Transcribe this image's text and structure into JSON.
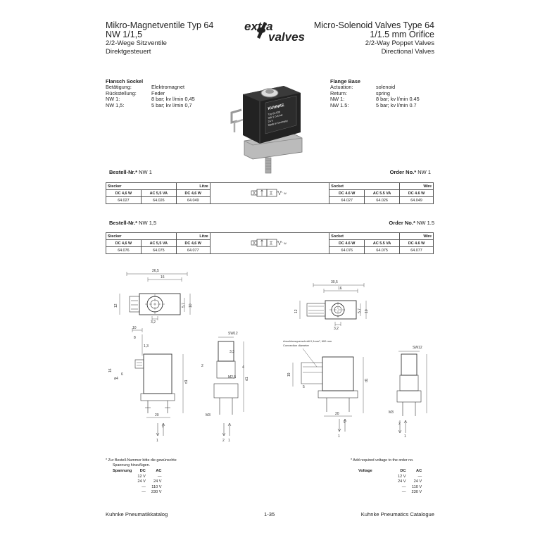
{
  "header": {
    "left_title_1": "Mikro-Magnetventile Typ 64",
    "left_title_2": "NW 1/1,5",
    "left_sub_1": "2/2-Wege Sitzventile",
    "left_sub_2": "Direktgesteuert",
    "right_title_1": "Micro-Solenoid Valves Type 64",
    "right_title_2": "1/1.5 mm Orifice",
    "right_sub_1": "2/2-Way Poppet Valves",
    "right_sub_2": "Directional Valves",
    "logo_text_1": "extra",
    "logo_text_2": "valves"
  },
  "spec_de": {
    "heading": "Flansch Sockel",
    "rows": [
      {
        "k": "Betätigung:",
        "v": "Elektromagnet"
      },
      {
        "k": "Rückstellung:",
        "v": "Feder"
      },
      {
        "k": "NW 1:",
        "v": "8 bar; kv l/min 0,45"
      },
      {
        "k": "NW 1,5:",
        "v": "5 bar; kv l/min 0,7"
      }
    ]
  },
  "spec_en": {
    "heading": "Flange Base",
    "rows": [
      {
        "k": "Actuation:",
        "v": "solenoid"
      },
      {
        "k": "Return:",
        "v": "spring"
      },
      {
        "k": "NW 1:",
        "v": "8 bar; kv l/min 0.45"
      },
      {
        "k": "NW 1.5:",
        "v": "5 bar; kv l/min 0.7"
      }
    ]
  },
  "product_label": {
    "brand": "KUHNKE",
    "lines": [
      "Typ 64.026",
      "NW 1   0-8 bar",
      "24 V",
      "Made in Germany"
    ]
  },
  "order1": {
    "de_label": "Bestell-Nr.*",
    "de_size": "NW 1",
    "en_label": "Order No.*",
    "en_size": "NW 1",
    "stecker": "Stecker",
    "litze": "Litze",
    "socket": "Socket",
    "wire": "Wire",
    "cols_de": [
      "DC 4,6 W",
      "AC 5,5 VA",
      "DC 4,6 W"
    ],
    "cols_en": [
      "DC 4.6 W",
      "AC 5.5 VA",
      "DC 4.6 W"
    ],
    "vals_de": [
      "64.027",
      "64.026",
      "64.049"
    ],
    "vals_en": [
      "64.027",
      "64.026",
      "64.049"
    ]
  },
  "order2": {
    "de_label": "Bestell-Nr.*",
    "de_size": "NW 1,5",
    "en_label": "Order No.*",
    "en_size": "NW 1.5",
    "stecker": "Stecker",
    "litze": "Litze",
    "socket": "Socket",
    "wire": "Wire",
    "cols_de": [
      "DC 4,6 W",
      "AC 5,5 VA",
      "DC 4,6 W"
    ],
    "cols_en": [
      "DC 4.6 W",
      "AC 5.5 VA",
      "DC 4.6 W"
    ],
    "vals_de": [
      "64.076",
      "64.075",
      "64.077"
    ],
    "vals_en": [
      "64.076",
      "64.075",
      "64.077"
    ]
  },
  "drawings": {
    "top_left": {
      "w": "26,5",
      "w2": "16",
      "h": "12",
      "r": "5,7",
      "r2": "10",
      "b": "3,2"
    },
    "top_right": {
      "w": "30,5",
      "w2": "16",
      "h": "12",
      "r": "5,7",
      "r2": "10",
      "b": "3,2"
    },
    "side_left": {
      "a": "10",
      "b": "8",
      "c": "1,3",
      "d": "16",
      "e": "ø4",
      "f": "6",
      "d1": "d1",
      "w": "20"
    },
    "front_left": {
      "sw": "SW12",
      "a": "3,3",
      "b": "2",
      "c": "4",
      "d": "M2,5",
      "m": "M3",
      "d1": "d1"
    },
    "side_right": {
      "note_1": "Anschlussquerschnitt  0,1mm², 600 mm",
      "note_2": "Connection diameter",
      "h": "19",
      "w": "20",
      "d1": "d1",
      "e": "5"
    },
    "front_right": {
      "sw": "SW12",
      "m": "M3"
    },
    "port1": "1",
    "port2": "2"
  },
  "notes": {
    "de_1": "*  Zur Bestell-Nummer bitte die gewünschte",
    "de_2": "Spannung hinzufügen.",
    "de_voltage_label": "Spannung",
    "en_1": "*  Add required voltage to the order no.",
    "en_voltage_label": "Voltage",
    "dc": "DC",
    "ac": "AC",
    "voltages": [
      {
        "dc": "12 V",
        "ac": "—"
      },
      {
        "dc": "24 V",
        "ac": "24 V"
      },
      {
        "dc": "—",
        "ac": "110 V"
      },
      {
        "dc": "—",
        "ac": "230 V"
      }
    ]
  },
  "footer": {
    "left": "Kuhnke Pneumatikkatalog",
    "page": "1-35",
    "right": "Kuhnke Pneumatics Catalogue"
  }
}
